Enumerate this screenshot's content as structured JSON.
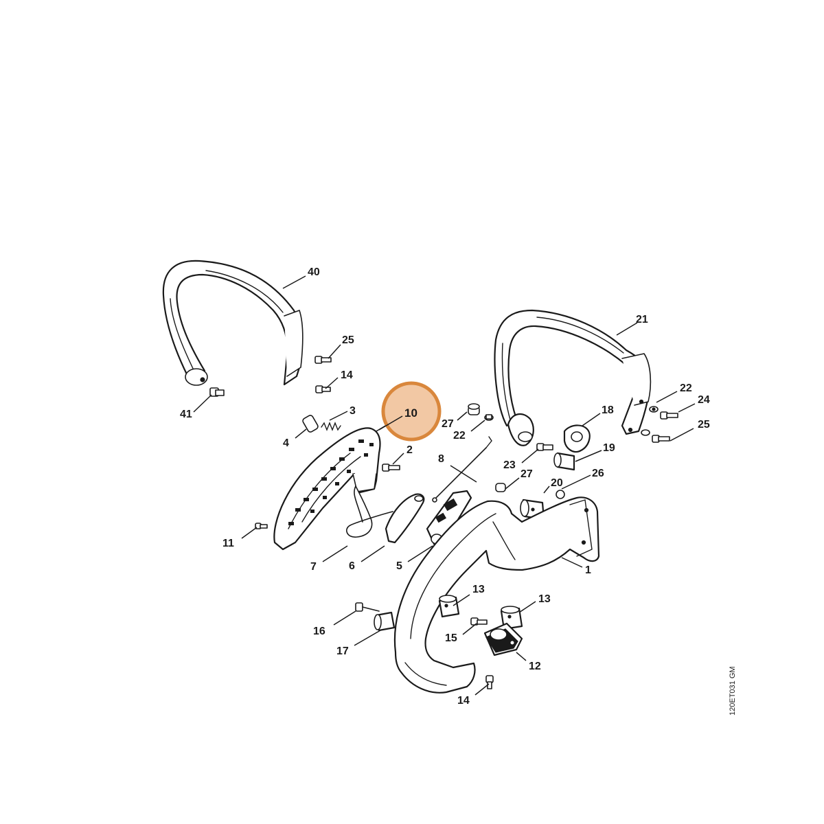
{
  "diagram": {
    "doc_ref": "120ET031 GM",
    "highlight_color": "#d9873c",
    "highlighted_part": "10",
    "callouts": {
      "c40": "40",
      "c25a": "25",
      "c14a": "14",
      "c41": "41",
      "c3": "3",
      "c4": "4",
      "c10": "10",
      "c2": "2",
      "c27a": "27",
      "c22a": "22",
      "c8": "8",
      "c21": "21",
      "c22b": "22",
      "c24": "24",
      "c25b": "25",
      "c18": "18",
      "c19": "19",
      "c23": "23",
      "c27b": "27",
      "c20": "20",
      "c26": "26",
      "c11": "11",
      "c7": "7",
      "c6": "6",
      "c5": "5",
      "c1": "1",
      "c13a": "13",
      "c13b": "13",
      "c16": "16",
      "c17": "17",
      "c15": "15",
      "c12": "12",
      "c14b": "14"
    }
  }
}
